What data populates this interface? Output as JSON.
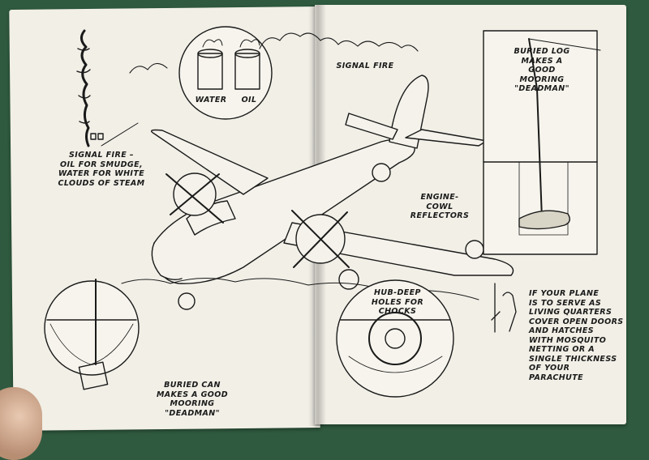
{
  "captions": {
    "signal_fire_left": "SIGNAL FIRE –\nOIL FOR SMUDGE,\nWATER FOR WHITE\nCLOUDS OF STEAM",
    "water": "WATER",
    "oil": "OIL",
    "signal_fire_right": "SIGNAL FIRE",
    "buried_log": "BURIED LOG\nMAKES A\nGOOD MOORING\n\"DEADMAN\"",
    "engine_cowl": "ENGINE-COWL\nREFLECTORS",
    "hub_deep": "HUB-DEEP\nHOLES FOR CHOCKS",
    "living_quarters": "IF YOUR PLANE\nIS TO SERVE AS\nLIVING QUARTERS\nCOVER OPEN DOORS\nAND HATCHES\nWITH MOSQUITO\nNETTING OR A\nSINGLE THICKNESS\nOF YOUR\nPARACHUTE",
    "buried_can": "BURIED CAN\nMAKES A GOOD\nMOORING \"DEADMAN\""
  },
  "colors": {
    "background": "#2f5a3f",
    "paper": "#f1efe6",
    "ink": "#1a1a1a"
  }
}
